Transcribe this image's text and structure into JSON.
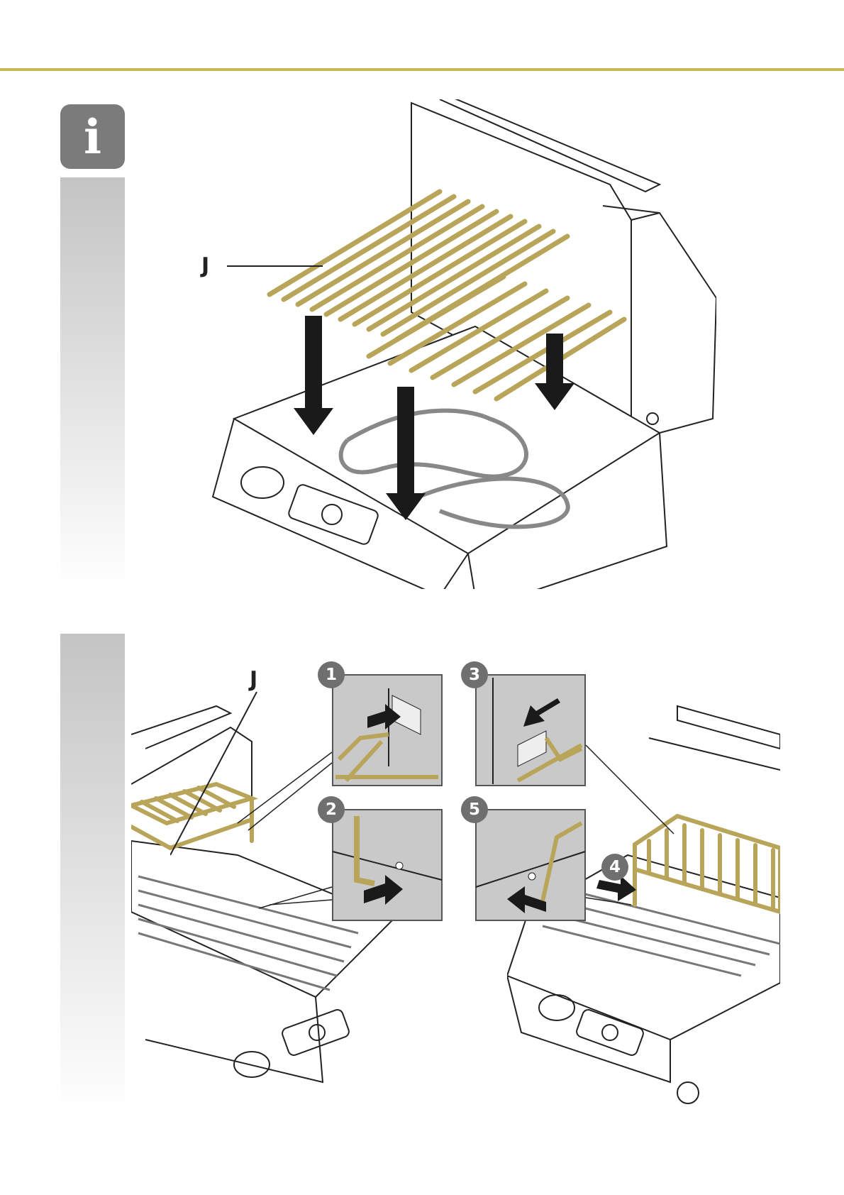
{
  "header": {
    "rule_color": "#c4b858"
  },
  "info_icon": {
    "glyph": "i",
    "icon": "info-icon",
    "color": "#7b7b7b"
  },
  "figure_top": {
    "callout_label": "J"
  },
  "figure_bottom": {
    "callout_label": "J",
    "steps": [
      "1",
      "2",
      "3",
      "4",
      "5"
    ]
  },
  "colors": {
    "grill_gold": "#b8a55a",
    "outline": "#222222",
    "arrow": "#1a1a1a",
    "detail_bg": "#c9c9c9"
  }
}
